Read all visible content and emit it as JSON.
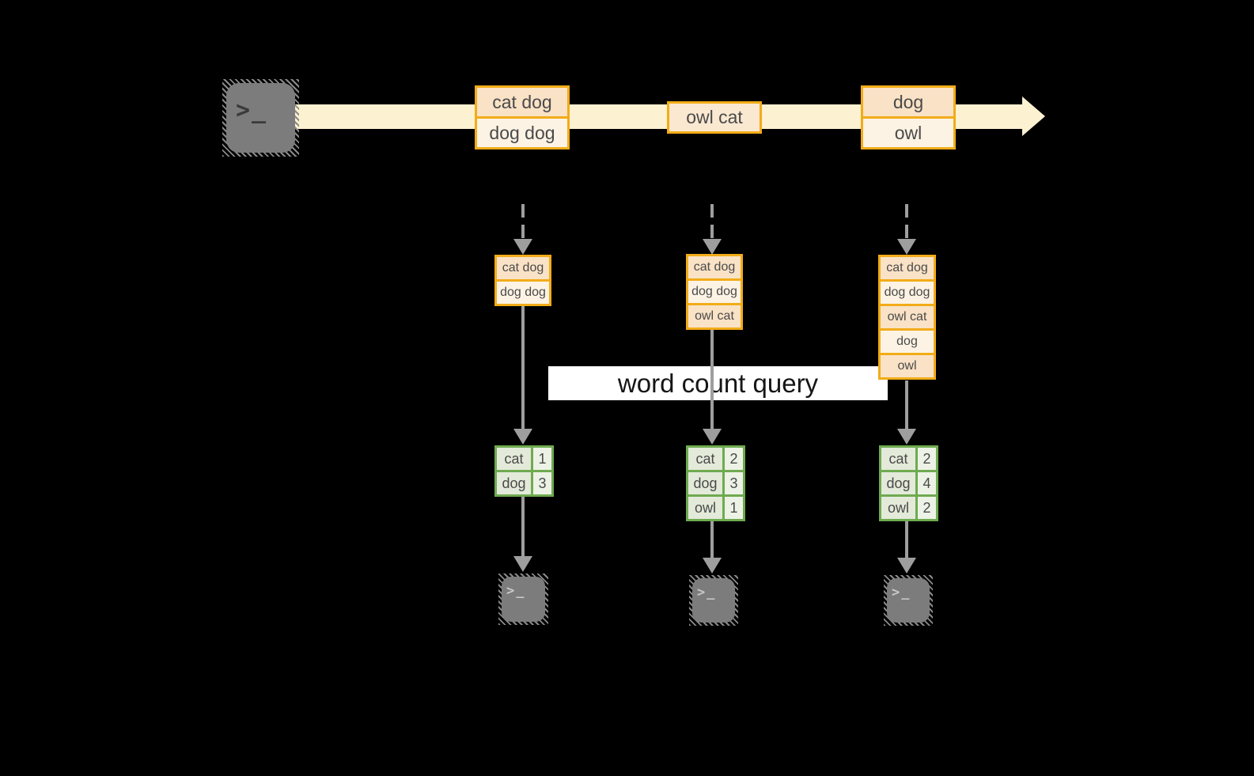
{
  "label": {
    "query": "word count query"
  },
  "stream": {
    "source_icon": "terminal-icon",
    "prompt_glyph": ">_",
    "batches": [
      {
        "lines": [
          "cat dog",
          "dog dog"
        ]
      },
      {
        "lines": [
          "owl cat"
        ]
      },
      {
        "lines": [
          "dog",
          "owl"
        ]
      }
    ]
  },
  "columns": [
    {
      "buffer": [
        "cat dog",
        "dog dog"
      ],
      "counts": [
        {
          "word": "cat",
          "count": "1"
        },
        {
          "word": "dog",
          "count": "3"
        }
      ],
      "sink_icon": "terminal-icon"
    },
    {
      "buffer": [
        "cat dog",
        "dog dog",
        "owl cat"
      ],
      "counts": [
        {
          "word": "cat",
          "count": "2"
        },
        {
          "word": "dog",
          "count": "3"
        },
        {
          "word": "owl",
          "count": "1"
        }
      ],
      "sink_icon": "terminal-icon"
    },
    {
      "buffer": [
        "cat dog",
        "dog dog",
        "owl cat",
        "dog",
        "owl"
      ],
      "counts": [
        {
          "word": "cat",
          "count": "2"
        },
        {
          "word": "dog",
          "count": "4"
        },
        {
          "word": "owl",
          "count": "2"
        }
      ],
      "sink_icon": "terminal-icon"
    }
  ],
  "colors": {
    "background": "#000000",
    "stream_band": "#fcf1d0",
    "box_border": "#f2ac18",
    "cell_peach": "#f9e2c6",
    "cell_cream": "#fdf3e4",
    "table_border": "#6faa50",
    "table_word_cell": "#e3ead9",
    "table_count_cell": "#edf2e6",
    "arrow_gray": "#9e9e9e",
    "query_band": "#ffffff",
    "terminal_gray": "#7c7c7c",
    "text_dark": "#4a4a4a"
  }
}
